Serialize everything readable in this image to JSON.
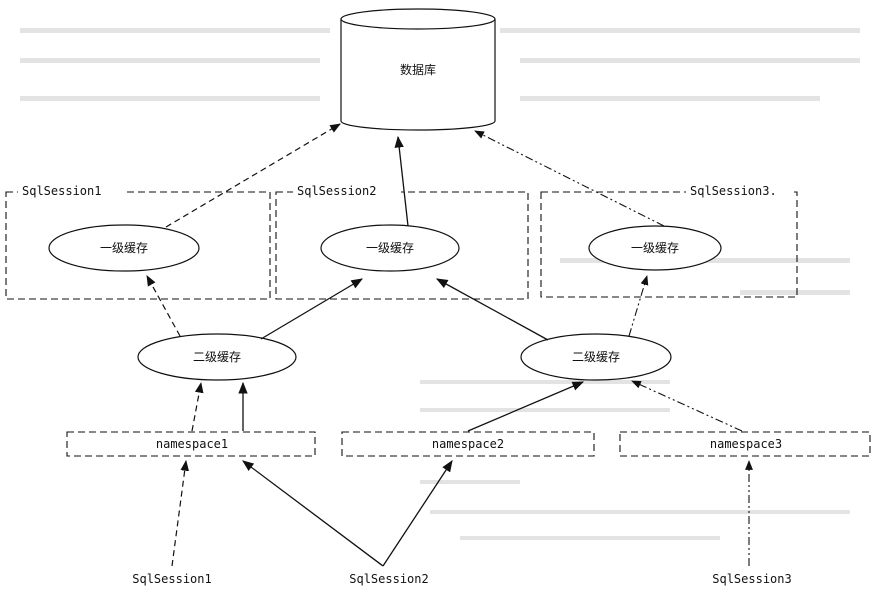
{
  "database": {
    "label": "数据库"
  },
  "session_boxes": [
    {
      "label": "SqlSession1"
    },
    {
      "label": "SqlSession2"
    },
    {
      "label": "SqlSession3."
    }
  ],
  "level1_cache": [
    {
      "label": "一级缓存"
    },
    {
      "label": "一级缓存"
    },
    {
      "label": "一级缓存"
    }
  ],
  "level2_cache": [
    {
      "label": "二级缓存"
    },
    {
      "label": "二级缓存"
    }
  ],
  "namespaces": [
    {
      "label": "namespace1"
    },
    {
      "label": "namespace2"
    },
    {
      "label": "namespace3"
    }
  ],
  "bottom_sessions": [
    {
      "label": "SqlSession1"
    },
    {
      "label": "SqlSession2"
    },
    {
      "label": "SqlSession3"
    }
  ],
  "colors": {
    "line": "#111111",
    "faint_text": "#c9c9c9",
    "background": "#ffffff"
  }
}
